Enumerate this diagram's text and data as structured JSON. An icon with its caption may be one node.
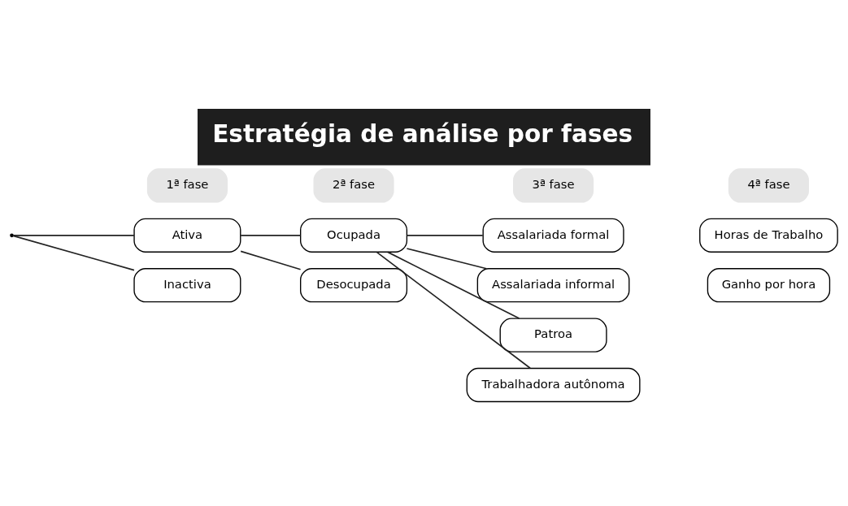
{
  "diagram": {
    "title": "Estratégia de análise por fases",
    "nodes": [
      {
        "text": [
          "1ª fase"
        ]
      },
      {
        "text": [
          "2ª fase"
        ]
      },
      {
        "text": [
          "3ª fase"
        ]
      },
      {
        "text": [
          "4ª fase"
        ]
      },
      {
        "text": [
          "Ativa"
        ]
      },
      {
        "text": [
          "Inactiva"
        ]
      },
      {
        "text": [
          "Ocupada"
        ]
      },
      {
        "text": [
          "Desocupada"
        ]
      },
      {
        "text": [
          "Assalariada formal"
        ]
      },
      {
        "text": [
          "Assalariada informal"
        ]
      },
      {
        "text": [
          "Patroa"
        ]
      },
      {
        "text": [
          "Trabalhadora autônoma"
        ]
      },
      {
        "text": [
          "Horas de Trabalho"
        ]
      },
      {
        "text": [
          "Ganho por hora"
        ]
      },
      {
        "text": [],
        "shape": "point"
      }
    ],
    "edges": [
      {
        "from": 14,
        "to": 4,
        "arrow": "none"
      },
      {
        "from": 14,
        "to": 5,
        "arrow": "none"
      },
      {
        "from": 4,
        "to": 6,
        "arrow": "none"
      },
      {
        "from": 4,
        "to": 7,
        "arrow": "none"
      },
      {
        "from": 6,
        "to": 8,
        "arrow": "none"
      },
      {
        "from": 6,
        "to": 9,
        "arrow": "none"
      },
      {
        "from": 6,
        "to": 10,
        "arrow": "none"
      },
      {
        "from": 6,
        "to": 11,
        "arrow": "none"
      }
    ]
  }
}
